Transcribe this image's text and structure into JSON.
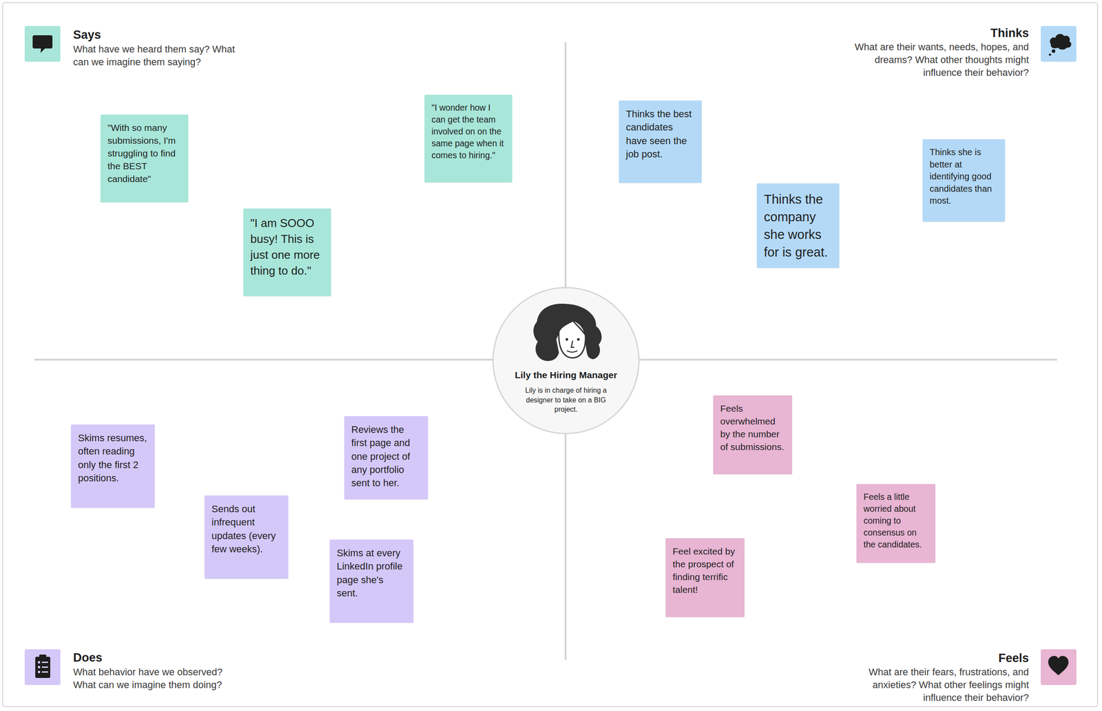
{
  "diagram": {
    "nodes": [
      {
        "text": [
          "\"With so many submissions, I'm struggling to find the BEST candidate\""
        ]
      },
      {
        "text": [
          "\"I am SOOO busy! This is just one more thing to do.\""
        ]
      },
      {
        "text": [
          "\"I wonder how I can get the team involved on on the same page when it comes to hiring.\""
        ]
      },
      {
        "text": [
          "Thinks the best candidates have seen the job post."
        ]
      },
      {
        "text": [
          "Thinks the company she works for is great."
        ]
      },
      {
        "text": [
          "Thinks she is better at identifying good candidates than most."
        ]
      },
      {
        "text": [
          "Skims resumes, often reading only the first 2 positions."
        ]
      },
      {
        "text": [
          "Reviews the first page and one project of any portfolio sent to her."
        ]
      },
      {
        "text": [
          "Sends out infrequent updates (every few weeks)."
        ]
      },
      {
        "text": [
          "Skims at every LinkedIn profile page she's sent."
        ]
      },
      {
        "text": [
          "Feels overwhelmed by the number of submissions."
        ]
      },
      {
        "text": [
          "Feels a little worried about coming to consensus on the candidates."
        ]
      },
      {
        "text": [
          "Feel excited by the prospect of finding terrific talent!"
        ]
      },
      {
        "text": [
          "Lily the Hiring Manager",
          "Lily is in charge of hiring a designer to take on a BIG project."
        ]
      }
    ],
    "labels": [
      "Says",
      "What have we heard them say? What can we imagine them saying?",
      "Thinks",
      "What are their wants, needs, hopes, and dreams? What other thoughts might influence their behavior?",
      "Does",
      "What behavior have we observed? What can we imagine them doing?",
      "Feels",
      "What are their fears, frustrations, and anxieties? What other feelings might influence their behavior?"
    ]
  }
}
